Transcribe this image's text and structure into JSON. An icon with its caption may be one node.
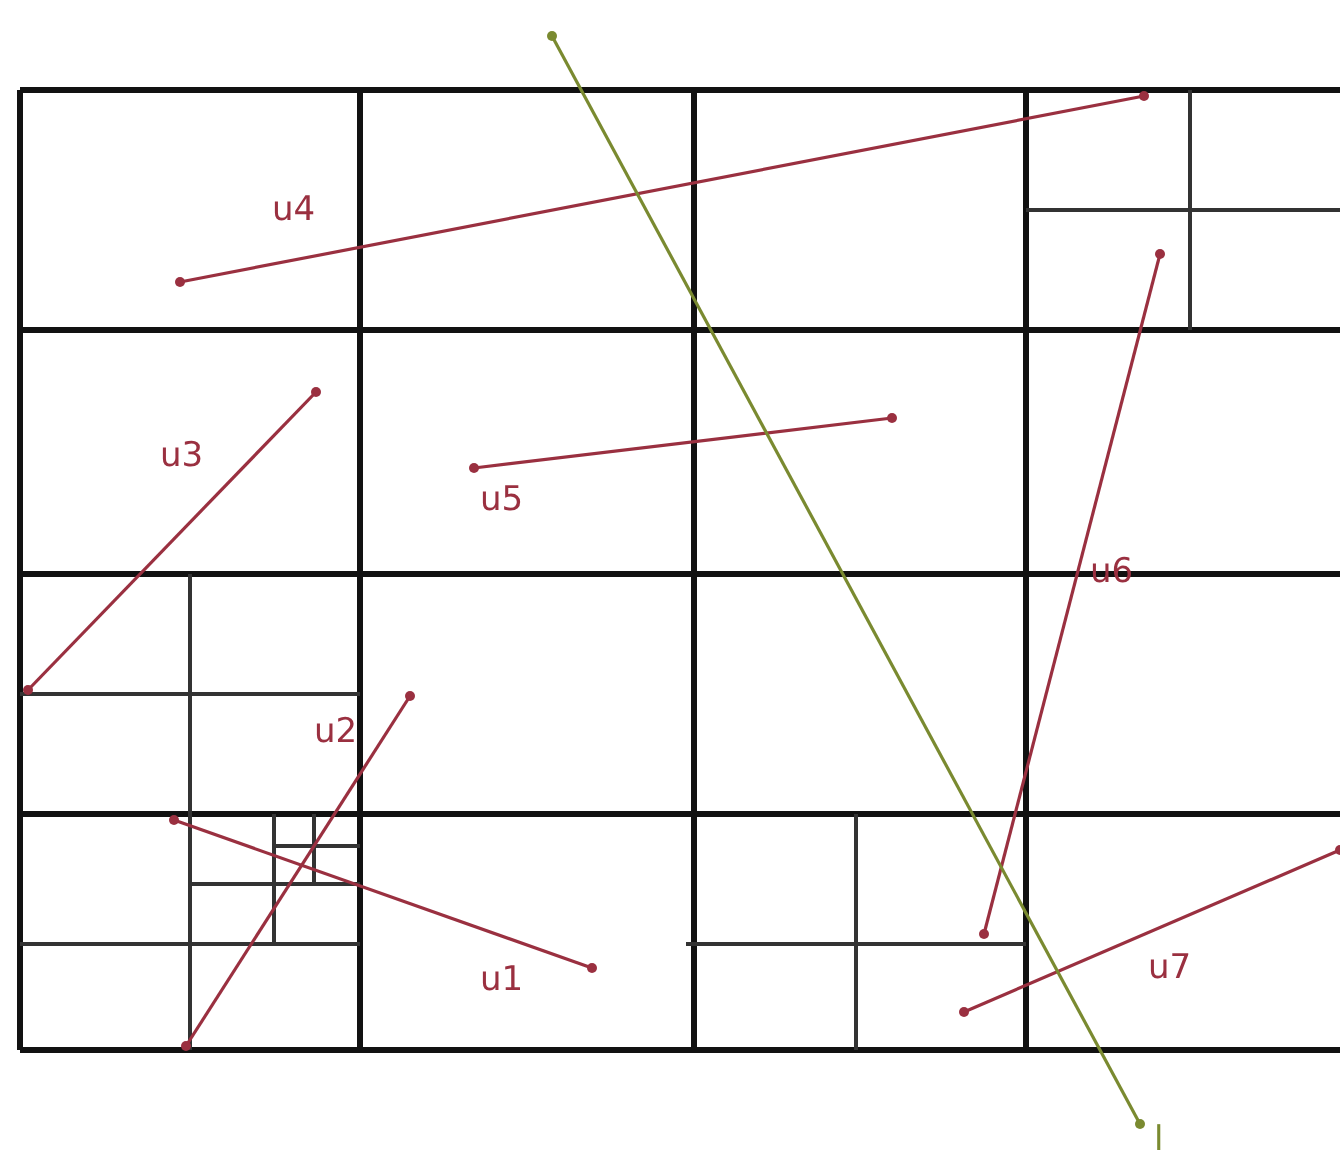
{
  "diagram": {
    "labels": [
      "u4",
      "u3",
      "u5",
      "u6",
      "u2",
      "u1",
      "u7",
      "l"
    ]
  }
}
